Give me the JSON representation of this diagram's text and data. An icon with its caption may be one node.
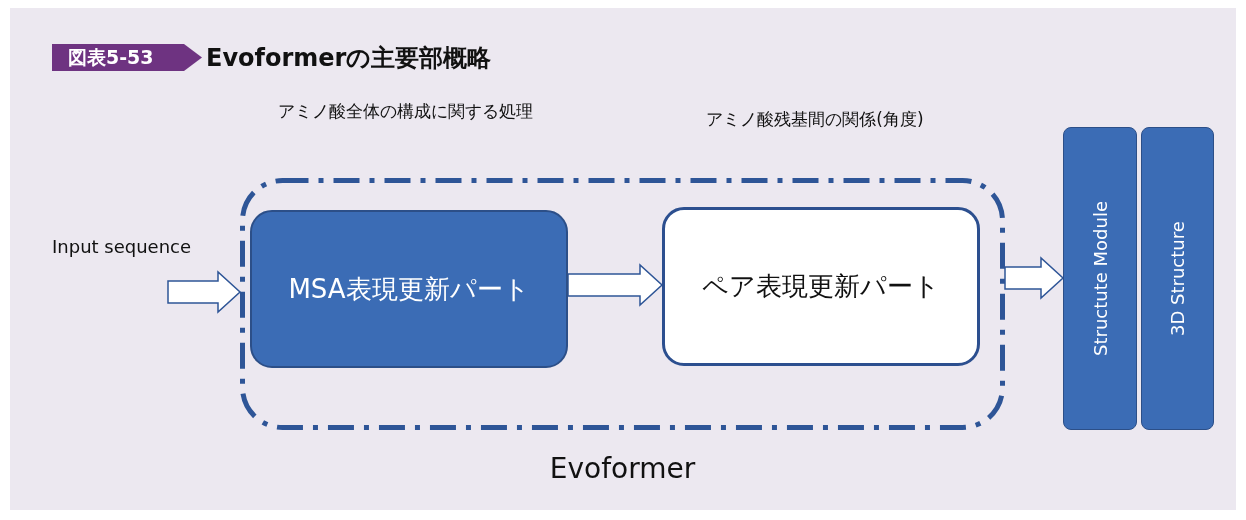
{
  "diagram": {
    "title": "Evoformerの主要部概略",
    "nodes": [
      {
        "text": [
          "Evoformer"
        ]
      },
      {
        "text": [
          "MSA表現更新パート"
        ],
        "in": 0
      },
      {
        "text": [
          "ペア表現更新パート"
        ],
        "in": 0
      },
      {
        "text": [
          "Structute Module"
        ]
      },
      {
        "text": [
          "3D Structure"
        ]
      }
    ],
    "edges": [
      {
        "from": null,
        "to": 0,
        "arrow": "to",
        "label": "Input sequence"
      },
      {
        "from": 1,
        "to": 2,
        "arrow": "to"
      },
      {
        "from": 0,
        "to": 3,
        "arrow": "to"
      }
    ],
    "labels": [
      "図表5-53",
      "アミノ酸全体の構成に関する処理",
      "アミノ酸残基間の関係(角度)"
    ]
  }
}
